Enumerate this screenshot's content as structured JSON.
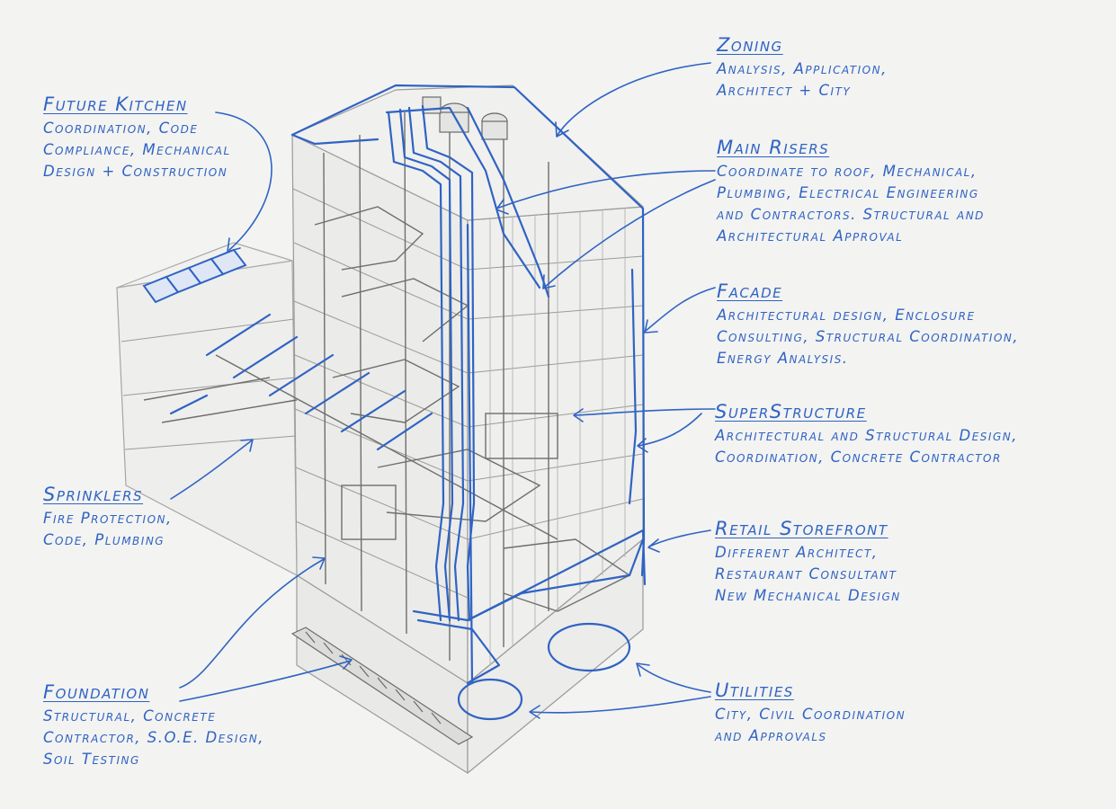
{
  "colors": {
    "background": "#f3f3f1",
    "ink": "#2f63c4",
    "pencil": "#7c7c7c",
    "pencil_light": "#b9b9b9"
  },
  "annotations": {
    "future_kitchen": {
      "title": "Future Kitchen",
      "lines": [
        "Coordination, Code",
        "Compliance, Mechanical",
        "Design + Construction"
      ]
    },
    "zoning": {
      "title": "Zoning",
      "lines": [
        "Analysis, Application,",
        "Architect + City"
      ]
    },
    "main_risers": {
      "title": "Main Risers",
      "lines": [
        "Coordinate to roof, Mechanical,",
        "Plumbing, Electrical Engineering",
        "and Contractors. Structural and",
        "Architectural Approval"
      ]
    },
    "facade": {
      "title": "Facade",
      "lines": [
        "Architectural design, Enclosure",
        "Consulting, Structural Coordination,",
        "Energy Analysis."
      ]
    },
    "superstructure": {
      "title": "SuperStructure",
      "lines": [
        "Architectural and Structural Design,",
        "Coordination, Concrete Contractor"
      ]
    },
    "sprinklers": {
      "title": "Sprinklers",
      "lines": [
        "Fire Protection,",
        "Code, Plumbing"
      ]
    },
    "retail_storefront": {
      "title": "Retail Storefront",
      "lines": [
        "Different Architect,",
        "Restaurant Consultant",
        "New Mechanical Design"
      ]
    },
    "foundation": {
      "title": "Foundation",
      "lines": [
        "Structural, Concrete",
        "Contractor, S.O.E. Design,",
        "Soil Testing"
      ]
    },
    "utilities": {
      "title": "Utilities",
      "lines": [
        "City, Civil Coordination",
        "and Approvals"
      ]
    }
  }
}
